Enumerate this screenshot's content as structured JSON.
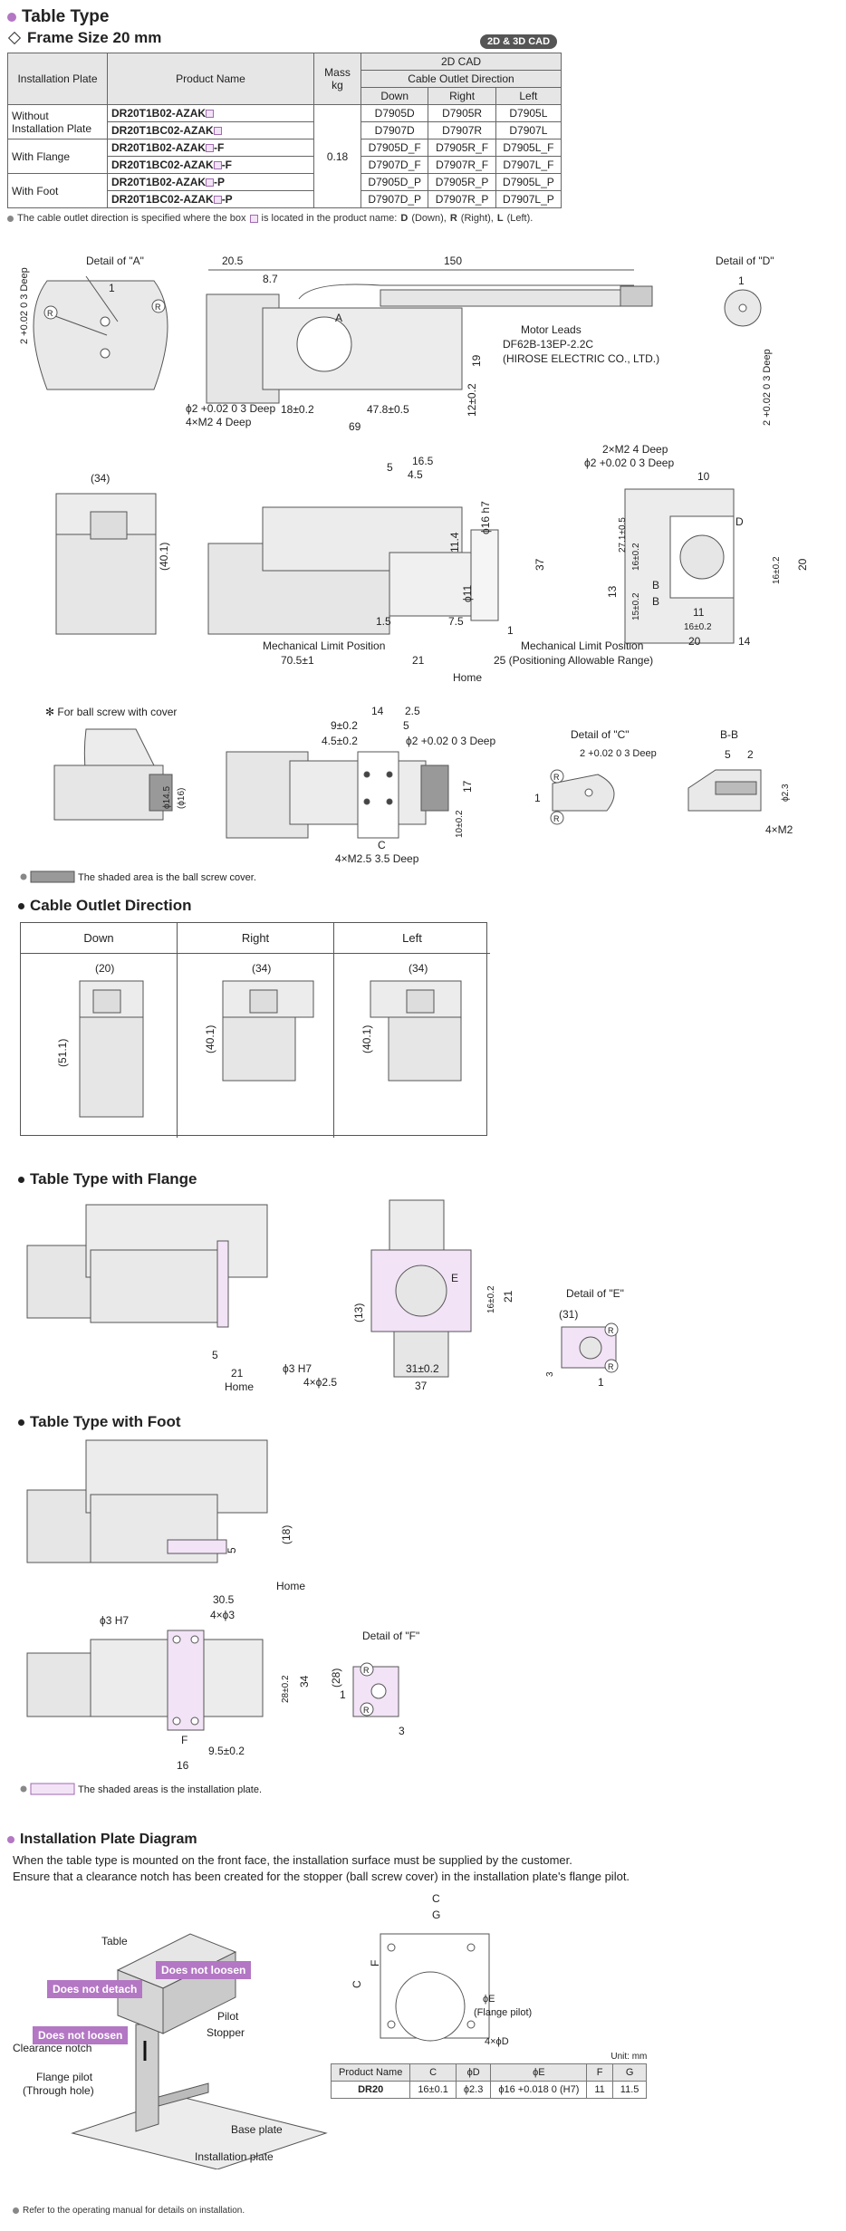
{
  "header": {
    "title": "Table Type",
    "subtitle": "Frame Size 20 mm",
    "badge": "2D & 3D CAD"
  },
  "spec_table": {
    "h_install": "Installation Plate",
    "h_product": "Product Name",
    "h_mass": "Mass kg",
    "h_cad": "2D CAD",
    "h_cable": "Cable Outlet Direction",
    "h_down": "Down",
    "h_right": "Right",
    "h_left": "Left",
    "mass": "0.18",
    "groups": [
      {
        "plate": "Without Installation Plate",
        "rows": [
          {
            "product": "DR20T1B02-AZAK",
            "suffix": "",
            "down": "D7905D",
            "right": "D7905R",
            "left": "D7905L"
          },
          {
            "product": "DR20T1BC02-AZAK",
            "suffix": "",
            "down": "D7907D",
            "right": "D7907R",
            "left": "D7907L"
          }
        ]
      },
      {
        "plate": "With Flange",
        "rows": [
          {
            "product": "DR20T1B02-AZAK",
            "suffix": "-F",
            "down": "D7905D_F",
            "right": "D7905R_F",
            "left": "D7905L_F"
          },
          {
            "product": "DR20T1BC02-AZAK",
            "suffix": "-F",
            "down": "D7907D_F",
            "right": "D7907R_F",
            "left": "D7907L_F"
          }
        ]
      },
      {
        "plate": "With Foot",
        "rows": [
          {
            "product": "DR20T1B02-AZAK",
            "suffix": "-P",
            "down": "D7905D_P",
            "right": "D7905R_P",
            "left": "D7905L_P"
          },
          {
            "product": "DR20T1BC02-AZAK",
            "suffix": "-P",
            "down": "D7907D_P",
            "right": "D7907R_P",
            "left": "D7907L_P"
          }
        ]
      }
    ],
    "note_a": "The cable outlet direction is specified where the box",
    "note_b": "is located in the product name:",
    "note_d": "D",
    "note_d2": "(Down),",
    "note_r": "R",
    "note_r2": "(Right),",
    "note_l": "L",
    "note_l2": "(Left)."
  },
  "drawing1": {
    "detail_a": "Detail of \"A\"",
    "detail_d": "Detail of \"D\"",
    "d_20_5": "20.5",
    "d_150": "150",
    "d_8_7": "8.7",
    "d_1": "1",
    "d_r": "R",
    "label_a": "A",
    "motor_leads": "Motor Leads",
    "connector": "DF62B-13EP-2.2C",
    "maker": "(HIROSE ELECTRIC CO., LTD.)",
    "d_19": "19",
    "d_12": "12±0.2",
    "d_3deep_hole": "ϕ2 +0.02 0 3 Deep",
    "d_m2": "4×M2 4 Deep",
    "d_18": "18±0.2",
    "d_47_8": "47.8±0.5",
    "d_69": "69",
    "d_2deep_v": "2 +0.02 0 3 Deep"
  },
  "drawing2": {
    "d_34": "(34)",
    "d_40_1": "(40.1)",
    "d_5": "5",
    "d_16_5": "16.5",
    "d_4_5": "4.5",
    "d_phi16": "ϕ16 h7",
    "d_11_4": "11.4",
    "d_37": "37",
    "d_phi11": "ϕ11",
    "d_1_5": "1.5",
    "d_7_5": "7.5",
    "d_1": "1",
    "mech_limit": "Mechanical Limit Position",
    "d_70_5": "70.5±1",
    "d_21": "21",
    "d_25": "25 (Positioning Allowable Range)",
    "home": "Home",
    "m2_4deep": "2×M2 4 Deep",
    "phi2_deep": "ϕ2 +0.02 0 3 Deep",
    "d_10": "10",
    "label_d": "D",
    "d_27_1": "27.1±0.5",
    "d_16_v": "16±0.2",
    "d_13": "13",
    "d_15": "15±0.2",
    "label_b": "B",
    "d_11": "11",
    "d_16_h": "16±0.2",
    "d_20": "20",
    "d_14": "14",
    "d_16_r": "16±0.2",
    "d_20_r": "20"
  },
  "drawing3": {
    "ball_screw": "✻ For ball screw with cover",
    "d_14_5": "ϕ14.5",
    "d_phi16": "(ϕ16)",
    "d_14": "14",
    "d_2_5": "2.5",
    "d_9": "9±0.2",
    "d_5": "5",
    "d_4_5": "4.5±0.2",
    "phi2_deep": "ϕ2 +0.02 0 3 Deep",
    "d_17": "17",
    "d_10": "10±0.2",
    "label_c": "C",
    "m25": "4×M2.5 3.5 Deep",
    "detail_c": "Detail of \"C\"",
    "detail_c_dim": "2 +0.02 0 3 Deep",
    "bb": "B-B",
    "d_5b": "5",
    "d_2": "2",
    "d_phi2_3": "ϕ2.3",
    "m2": "4×M2",
    "r": "R",
    "one": "1",
    "shaded_note": "The shaded area is the ball screw cover."
  },
  "cable": {
    "heading": "Cable Outlet Direction",
    "cols": [
      {
        "label": "Down",
        "top": "(20)",
        "side": "(51.1)"
      },
      {
        "label": "Right",
        "top": "(34)",
        "side": "(40.1)"
      },
      {
        "label": "Left",
        "top": "(34)",
        "side": "(40.1)"
      }
    ]
  },
  "flange": {
    "heading": "Table Type with Flange",
    "d_5": "5",
    "d_21": "21",
    "home": "Home",
    "d_13": "(13)",
    "label_e": "E",
    "d_16": "16±0.2",
    "d_21r": "21",
    "phi3": "ϕ3 H7",
    "phi25": "4×ϕ2.5",
    "d_31": "31±0.2",
    "d_37": "37",
    "detail_e": "Detail of \"E\"",
    "d_31e": "(31)",
    "d_3": "3",
    "one": "1",
    "r": "R"
  },
  "foot": {
    "heading": "Table Type with Foot",
    "d_5": "5",
    "d_18": "(18)",
    "home": "Home",
    "phi3": "ϕ3 H7",
    "d_30_5": "30.5",
    "phi3_4": "4×ϕ3",
    "d_28": "28±0.2",
    "d_34": "34",
    "label_f": "F",
    "d_9_5": "9.5±0.2",
    "d_16": "16",
    "detail_f": "Detail of \"F\"",
    "d_28f": "(28)",
    "one": "1",
    "d_3": "3",
    "r": "R",
    "shaded_note": "The shaded areas is the installation plate."
  },
  "install": {
    "heading": "Installation Plate Diagram",
    "line1": "When the table type is mounted on the front face, the installation surface must be supplied by the customer.",
    "line2": "Ensure that a clearance notch has been created for the stopper (ball screw cover) in the installation plate's flange pilot.",
    "tag_detach": "Does not detach",
    "tag_loosen1": "Does not loosen",
    "tag_loosen2": "Does not loosen",
    "lbl_table": "Table",
    "lbl_pilot": "Pilot",
    "lbl_stopper": "Stopper",
    "lbl_clearance": "Clearance notch",
    "lbl_flange": "Flange pilot",
    "lbl_through": "(Through hole)",
    "lbl_base": "Base plate",
    "lbl_plate": "Installation plate",
    "dia_c": "C",
    "dia_g": "G",
    "dia_f": "F",
    "dia_e": "ϕE",
    "dia_flange": "(Flange pilot)",
    "dia_d": "4×ϕD",
    "unit": "Unit: mm",
    "th": [
      "Product Name",
      "C",
      "ϕD",
      "ϕE",
      "F",
      "G"
    ],
    "row": [
      "DR20",
      "16±0.1",
      "ϕ2.3",
      "ϕ16 +0.018 0 (H7)",
      "11",
      "11.5"
    ],
    "footer": "Refer to the operating manual for details on installation."
  }
}
